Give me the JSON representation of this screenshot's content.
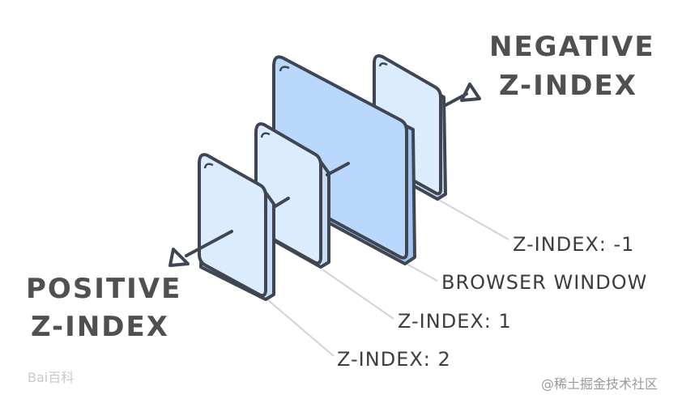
{
  "headings": {
    "negative_line1": "NEGATIVE",
    "negative_line2": "Z-INDEX",
    "positive_line1": "POSITIVE",
    "positive_line2": "Z-INDEX"
  },
  "labels": {
    "z_minus_1": "Z-INDEX: -1",
    "browser_window": "BROWSER WINDOW",
    "z_1": "Z-INDEX: 1",
    "z_2": "Z-INDEX: 2"
  },
  "watermarks": {
    "left": "Bai百科",
    "right": "@稀土掘金技术社区"
  },
  "colors": {
    "outline": "#3f4652",
    "browser_fill": "#b9d8fb",
    "panel_fill": "#dcecff",
    "panel_side": "#c7dcf5",
    "leader": "#cfd3d8"
  }
}
